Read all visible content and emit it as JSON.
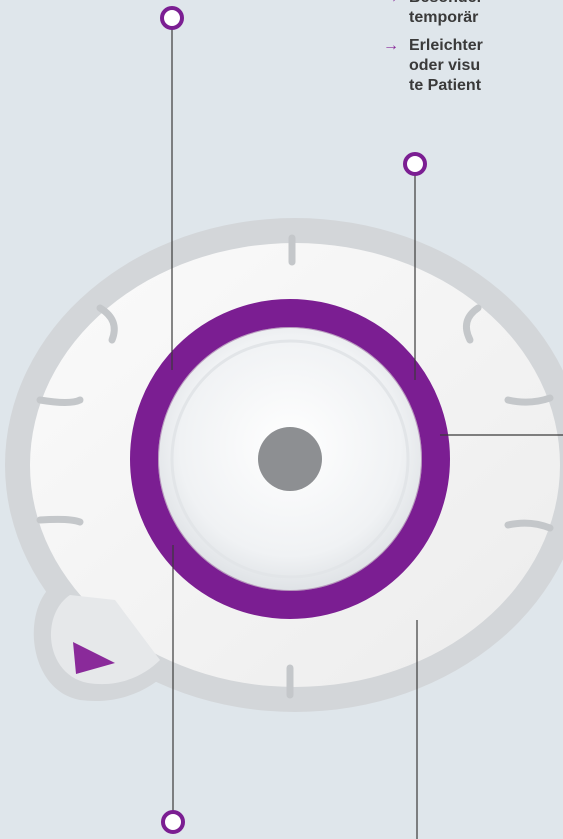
{
  "bullets": [
    {
      "arrow": "→",
      "lines": [
        "Besonder",
        "temporär"
      ]
    },
    {
      "arrow": "→",
      "lines": [
        "Erleichter",
        "oder visu",
        "te Patient"
      ]
    }
  ],
  "colors": {
    "background": "#dfe6eb",
    "accent_purple": "#7b1e92",
    "callout_line": "#3a3a3a",
    "flange": "#f5f5f5",
    "flange_edge": "#c8cacc",
    "tab_triangle": "#8a2a9a"
  },
  "icons": [
    "arrow-right-icon",
    "callout-ring-marker",
    "play-triangle-marker"
  ]
}
